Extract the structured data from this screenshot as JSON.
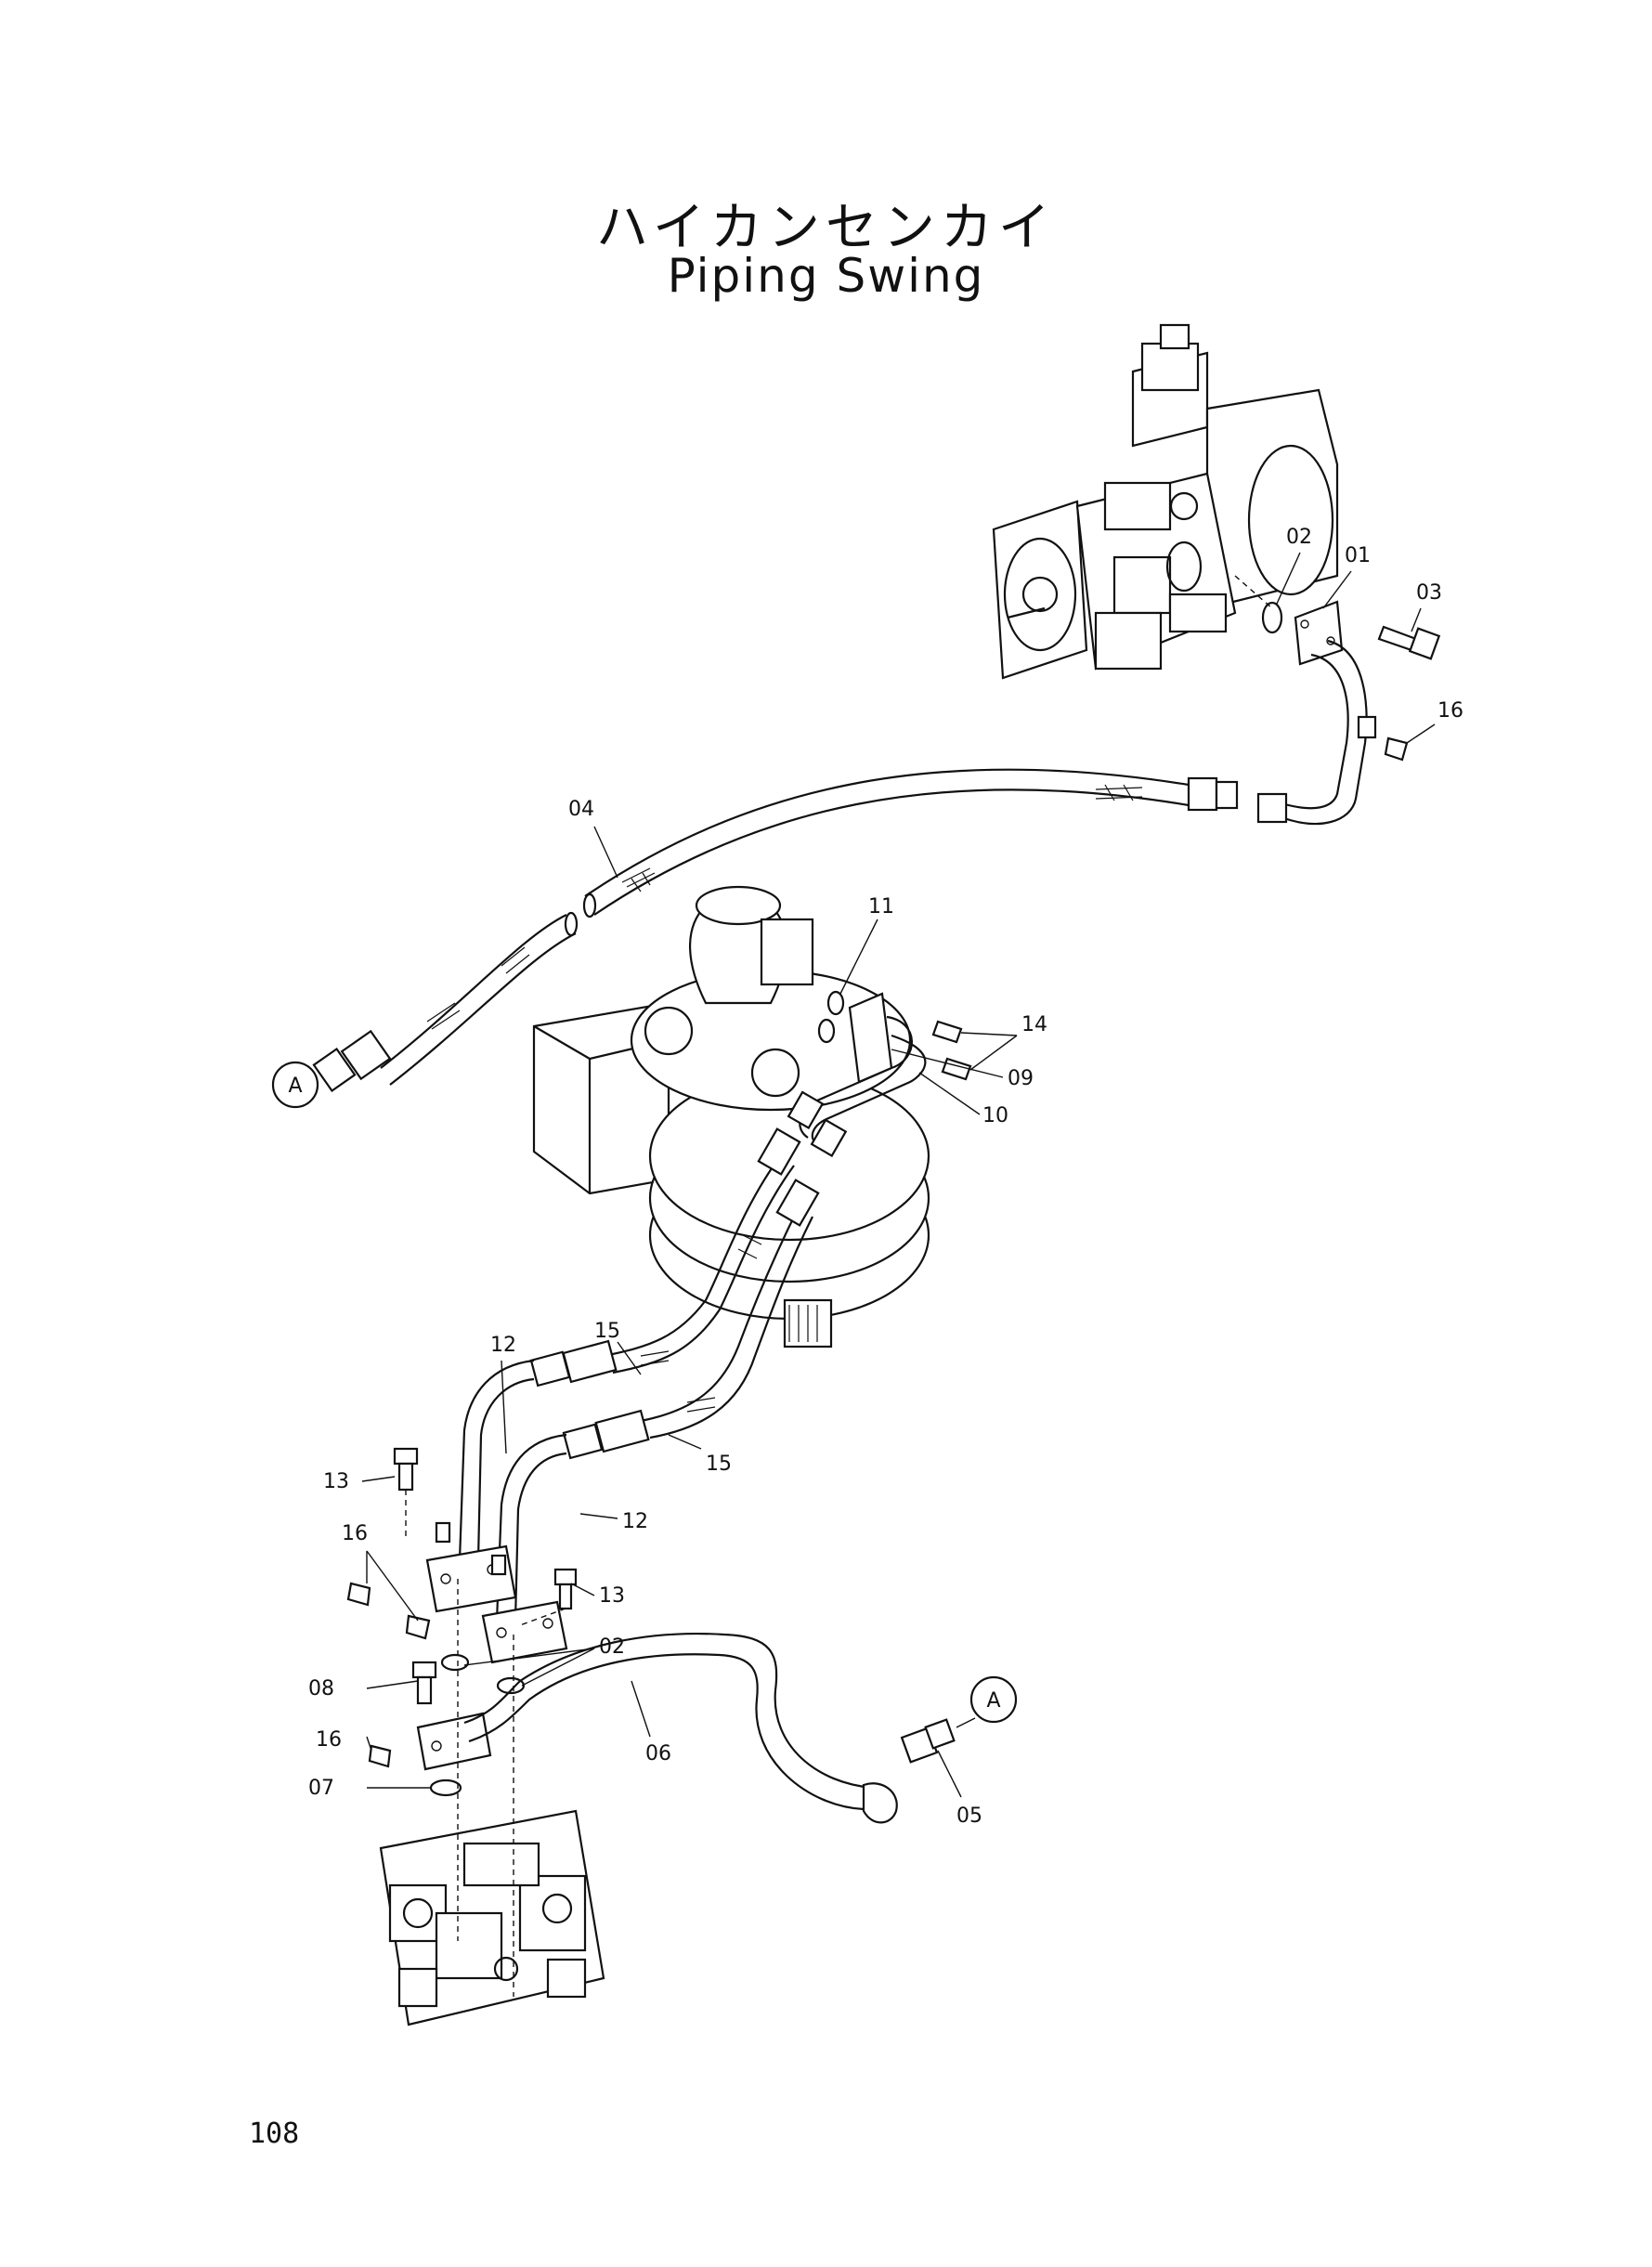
{
  "title_japanese": "ハイカンセンカイ",
  "title_english": "Piping Swing",
  "page_number": "108",
  "connector_label": "A",
  "part_labels": {
    "p01": "01",
    "p02": "02",
    "p03": "03",
    "p04": "04",
    "p05": "05",
    "p06": "06",
    "p07": "07",
    "p08": "08",
    "p09": "09",
    "p10": "10",
    "p11": "11",
    "p12": "12",
    "p13": "13",
    "p14": "14",
    "p15": "15",
    "p16": "16"
  }
}
